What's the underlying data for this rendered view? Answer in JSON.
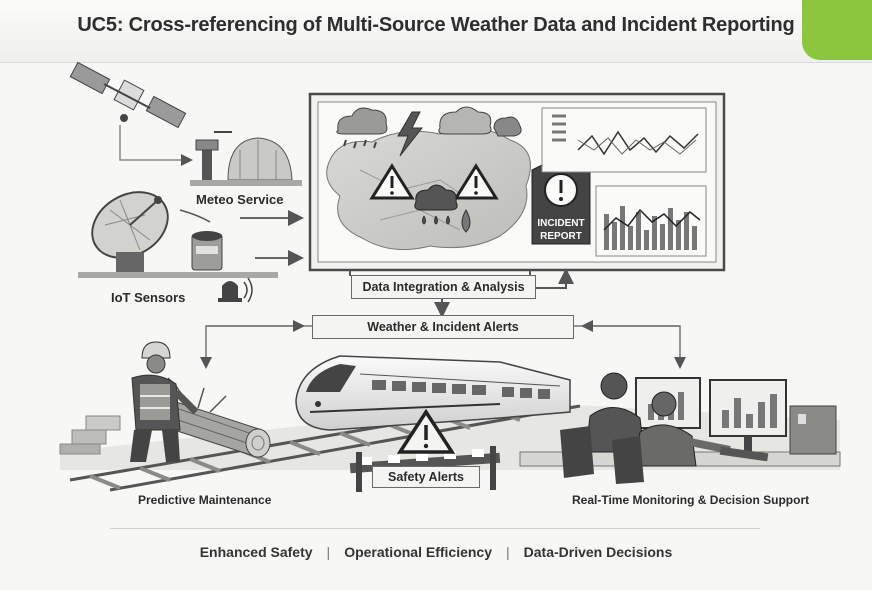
{
  "header": {
    "title": "UC5: Cross-referencing of Multi-Source Weather Data and Incident Reporting",
    "accent_color": "#8cc63f"
  },
  "sources": {
    "meteo_label": "Meteo Service",
    "iot_label": "IoT Sensors",
    "icons": [
      "satellite-icon",
      "weather-station-icon",
      "radar-dish-icon",
      "sensor-device-icon",
      "siren-icon"
    ]
  },
  "dashboard": {
    "map_icons": [
      "rain-cloud-icon",
      "lightning-icon",
      "cloud-icon",
      "warning-icon",
      "water-drop-icon"
    ],
    "incident_badge": [
      "INCIDENT",
      "REPORT"
    ]
  },
  "flow": {
    "integration_label": "Data Integration & Analysis",
    "alerts_label": "Weather & Incident Alerts",
    "safety_label": "Safety Alerts"
  },
  "outcomes": {
    "maintenance_label": "Predictive Maintenance",
    "monitoring_label": "Real-Time Monitoring & Decision Support"
  },
  "footer": {
    "items": [
      "Enhanced Safety",
      "Operational Efficiency",
      "Data-Driven Decisions"
    ],
    "separator": "|"
  }
}
